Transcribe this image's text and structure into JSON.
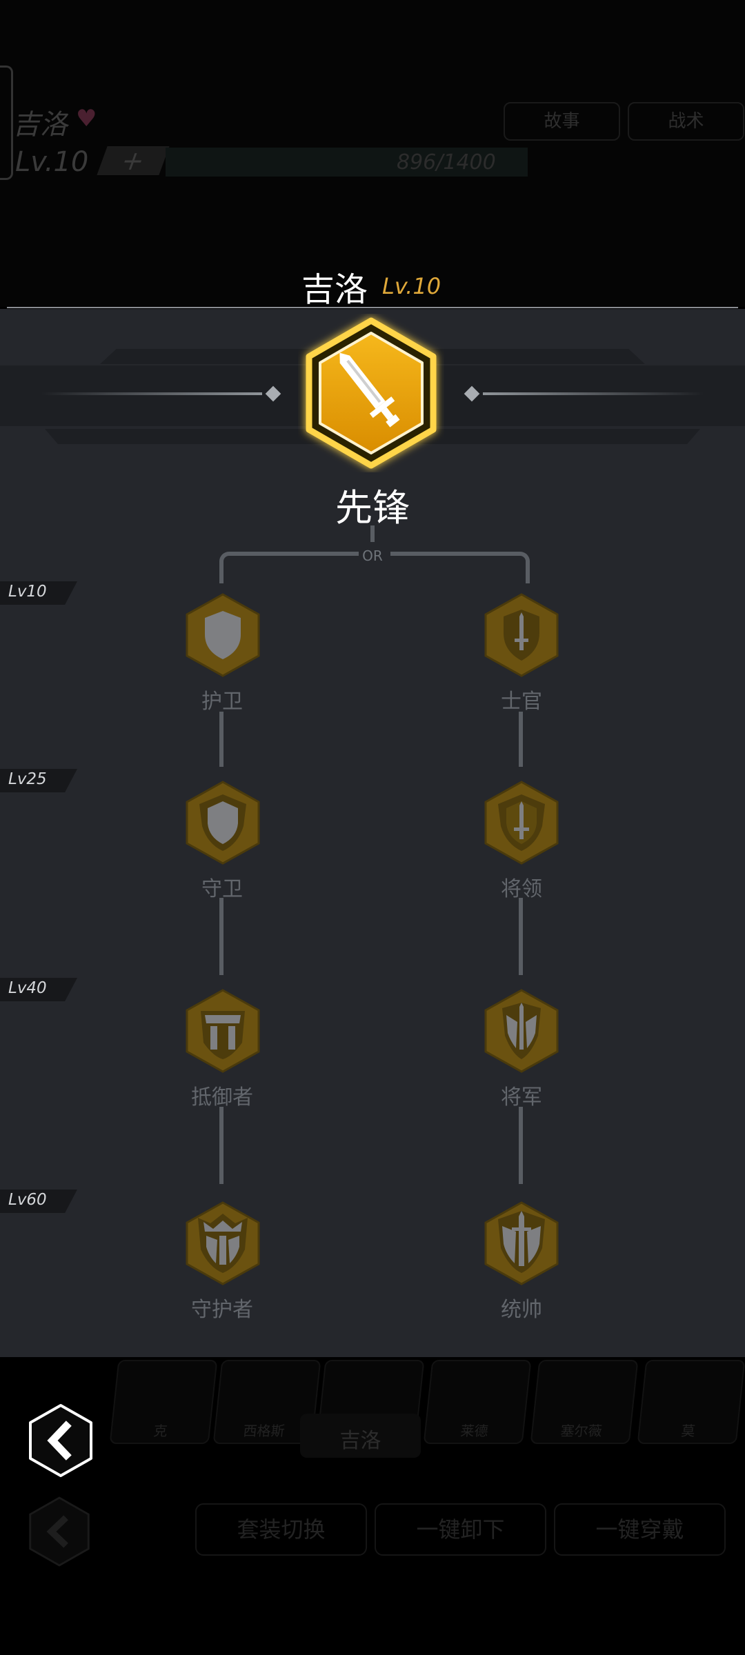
{
  "background": {
    "character_name": "吉洛",
    "level": "Lv.10",
    "exp": "896/1400",
    "buttons": {
      "story": "故事",
      "stats": "战术"
    },
    "team_cards": [
      "克",
      "西格斯",
      "吉洛",
      "莱德",
      "塞尔薇",
      "莫"
    ],
    "actions": {
      "swap": "套装切换",
      "unequip": "一键卸下",
      "equip": "一键穿戴"
    }
  },
  "modal": {
    "character_name": "吉洛",
    "level": "Lv.10",
    "current_class": "先锋",
    "or_label": "OR",
    "tiers": [
      {
        "level": "Lv10",
        "left": "护卫",
        "right": "士官"
      },
      {
        "level": "Lv25",
        "left": "守卫",
        "right": "将领"
      },
      {
        "level": "Lv40",
        "left": "抵御者",
        "right": "将军"
      },
      {
        "level": "Lv60",
        "left": "守护者",
        "right": "统帅"
      }
    ]
  },
  "icons": {
    "main": "sword-icon",
    "back": "back-chevron-icon"
  },
  "colors": {
    "accent_gold": "#f0a800",
    "glow": "#ffd54a",
    "panel": "#25272c",
    "locked_gold": "#6b5210"
  }
}
